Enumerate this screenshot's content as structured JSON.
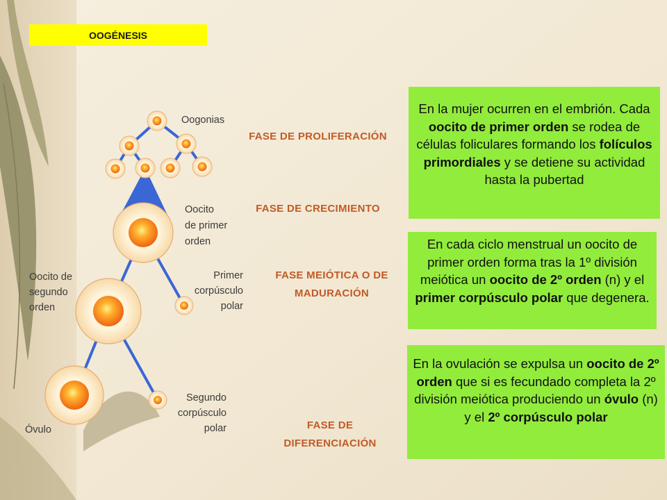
{
  "title": "OOGÉNESIS",
  "colors": {
    "title_bg": "#ffff00",
    "phase_text": "#c15a26",
    "info_bg": "#92ec3c",
    "branch": "#3a66d6"
  },
  "labels": {
    "oogonias": "Oogonias",
    "oocito_primer": [
      "Oocito",
      "de primer",
      "orden"
    ],
    "oocito_segundo": [
      "Oocito de",
      "segundo",
      "orden"
    ],
    "primer_corpusculo": [
      "Primer",
      "corpúsculo",
      "polar"
    ],
    "segundo_corpusculo": [
      "Segundo",
      "corpúsculo",
      "polar"
    ],
    "ovulo": "Óvulo"
  },
  "phases": {
    "proliferacion": "FASE DE PROLIFERACIÓN",
    "crecimiento": "FASE DE CRECIMIENTO",
    "meiotica": [
      "FASE MEIÓTICA O DE",
      "MADURACIÓN"
    ],
    "diferenciacion": [
      "FASE DE",
      "DIFERENCIACIÓN"
    ]
  },
  "info_boxes": [
    {
      "segments": [
        {
          "t": "En la mujer ocurren en el embrión. Cada ",
          "b": false
        },
        {
          "t": "oocito de primer orden",
          "b": true
        },
        {
          "t": " se rodea de células foliculares formando los ",
          "b": false
        },
        {
          "t": "folículos primordiales",
          "b": true
        },
        {
          "t": " y se detiene su actividad hasta la pubertad",
          "b": false
        }
      ]
    },
    {
      "segments": [
        {
          "t": "En cada ciclo menstrual un oocito de primer orden forma tras la 1º división meiótica un ",
          "b": false
        },
        {
          "t": "oocito de 2º orden",
          "b": true
        },
        {
          "t": " (n) y el ",
          "b": false
        },
        {
          "t": "primer corpúsculo polar",
          "b": true
        },
        {
          "t": " que degenera.",
          "b": false
        }
      ]
    },
    {
      "segments": [
        {
          "t": "En la ovulación se expulsa un ",
          "b": false
        },
        {
          "t": "oocito de 2º orden",
          "b": true
        },
        {
          "t": " que si es fecundado completa la 2º división meiótica produciendo un ",
          "b": false
        },
        {
          "t": "óvulo",
          "b": true
        },
        {
          "t": " (n) y el ",
          "b": false
        },
        {
          "t": "2º corpúsculo polar",
          "b": true
        }
      ]
    }
  ]
}
